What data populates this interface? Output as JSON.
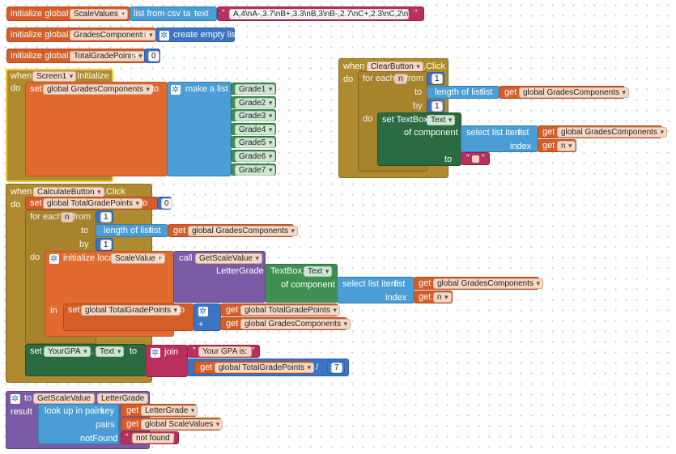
{
  "blocks": {
    "init1": {
      "prefix": "initialize global",
      "name": "ScaleValues",
      "to": "to",
      "call": "list from csv table",
      "text_label": "text",
      "csv": "A,4\\nA-,3.7\\nB+,3.3\\nB,3\\nB-,2.7\\nC+,2.3\\nC,2\\nC..."
    },
    "init2": {
      "prefix": "initialize global",
      "name": "GradesComponents",
      "to": "to",
      "call": "create empty list"
    },
    "init3": {
      "prefix": "initialize global",
      "name": "TotalGradePoints",
      "to": "to",
      "value": "0"
    },
    "screen1": {
      "when": "when",
      "component": "Screen1",
      "event": ".Initialize",
      "do": "do",
      "set": "set",
      "var": "global GradesComponents",
      "to": "to",
      "make": "make a list",
      "grades": [
        "Grade1",
        "Grade2",
        "Grade3",
        "Grade4",
        "Grade5",
        "Grade6",
        "Grade7"
      ]
    },
    "clear": {
      "when": "when",
      "component": "ClearButton",
      "event": ".Click",
      "do": "do",
      "foreach": "for each",
      "var": "n",
      "from": "from",
      "from_val": "1",
      "to": "to",
      "length": "length of list",
      "list": "list",
      "get": "get",
      "gvar": "global GradesComponents",
      "by": "by",
      "by_val": "1",
      "do2": "do",
      "set": "set TextBox.",
      "prop": "Text",
      "ofcomp": "of component",
      "select": "select list item",
      "list2": "list",
      "index": "index",
      "idxvar": "n",
      "to2": "to"
    },
    "calc": {
      "when": "when",
      "component": "CalculateButton",
      "event": ".Click",
      "do": "do",
      "set": "set",
      "var": "global TotalGradePoints",
      "to": "to",
      "val": "0",
      "foreach": "for each",
      "n": "n",
      "from": "from",
      "from_val": "1",
      "to2": "to",
      "length": "length of list",
      "list": "list",
      "get": "get",
      "gvar": "global GradesComponents",
      "by": "by",
      "by_val": "1",
      "do2": "do",
      "initlocal": "initialize local",
      "local": "ScaleValue",
      "to3": "to",
      "call": "call",
      "proc": "GetScaleValue",
      "param": "LetterGrade",
      "textbox": "TextBox.",
      "prop": "Text",
      "ofcomp": "of component",
      "select": "select list item",
      "list2": "list",
      "index": "index",
      "idxvar": "n",
      "in": "in",
      "set2": "set",
      "tvar": "global TotalGradePoints",
      "to4": "to",
      "plus": "+",
      "set3": "set",
      "gpa": "YourGPA",
      "prop2": "Text",
      "to5": "to",
      "join": "join",
      "gpa_text": "Your GPA is: ",
      "slash": "/",
      "seven": "7"
    },
    "proc": {
      "to": "to",
      "name": "GetScaleValue",
      "param": "LetterGrade",
      "result": "result",
      "lookup": "look up in pairs",
      "key": "key",
      "get": "get",
      "keyvar": "LetterGrade",
      "pairs": "pairs",
      "pvar": "global ScaleValues",
      "notfound": "notFound",
      "nf": "not found"
    }
  }
}
